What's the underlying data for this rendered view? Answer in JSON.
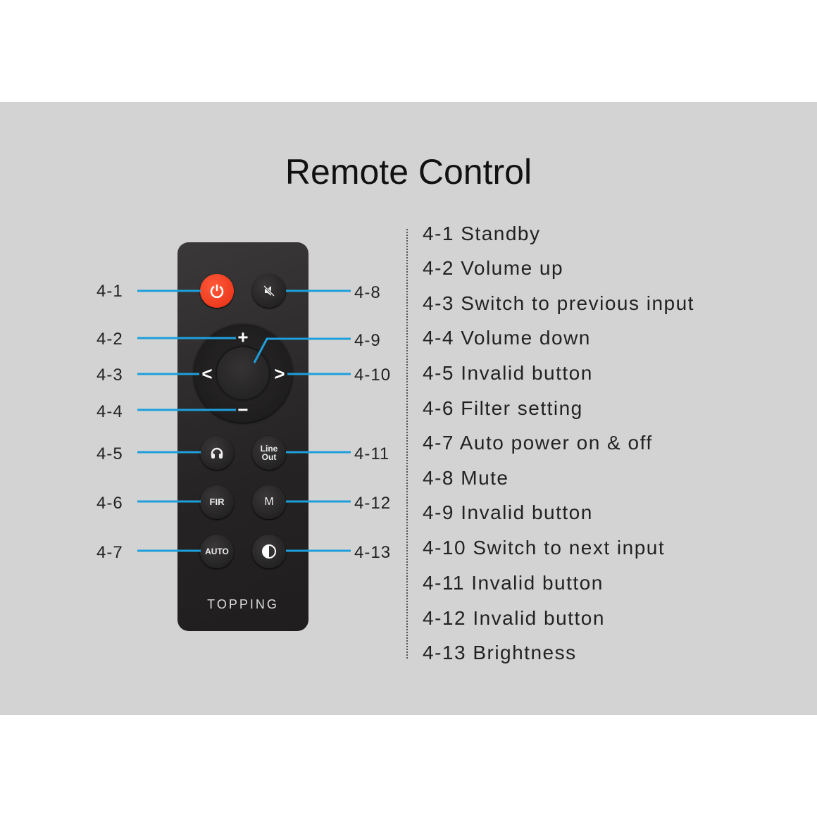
{
  "title": "Remote Control",
  "brand": "TOPPING",
  "buttons": {
    "line_out": "Line Out",
    "fir": "FIR",
    "m": "M",
    "auto": "AUTO",
    "plus": "+",
    "minus": "−",
    "left": "<",
    "right": ">"
  },
  "callouts": [
    "4-1",
    "4-2",
    "4-3",
    "4-4",
    "4-5",
    "4-6",
    "4-7",
    "4-8",
    "4-9",
    "4-10",
    "4-11",
    "4-12",
    "4-13"
  ],
  "legend": [
    "4-1 Standby",
    "4-2 Volume up",
    "4-3 Switch to previous input",
    "4-4 Volume down",
    "4-5 Invalid button",
    "4-6 Filter setting",
    "4-7 Auto power on & off",
    "4-8 Mute",
    "4-9 Invalid button",
    "4-10 Switch to next input",
    "4-11 Invalid button",
    "4-12 Invalid button",
    "4-13 Brightness"
  ],
  "colors": {
    "callout_line": "#1e9fdb",
    "standby": "#e52d12"
  }
}
